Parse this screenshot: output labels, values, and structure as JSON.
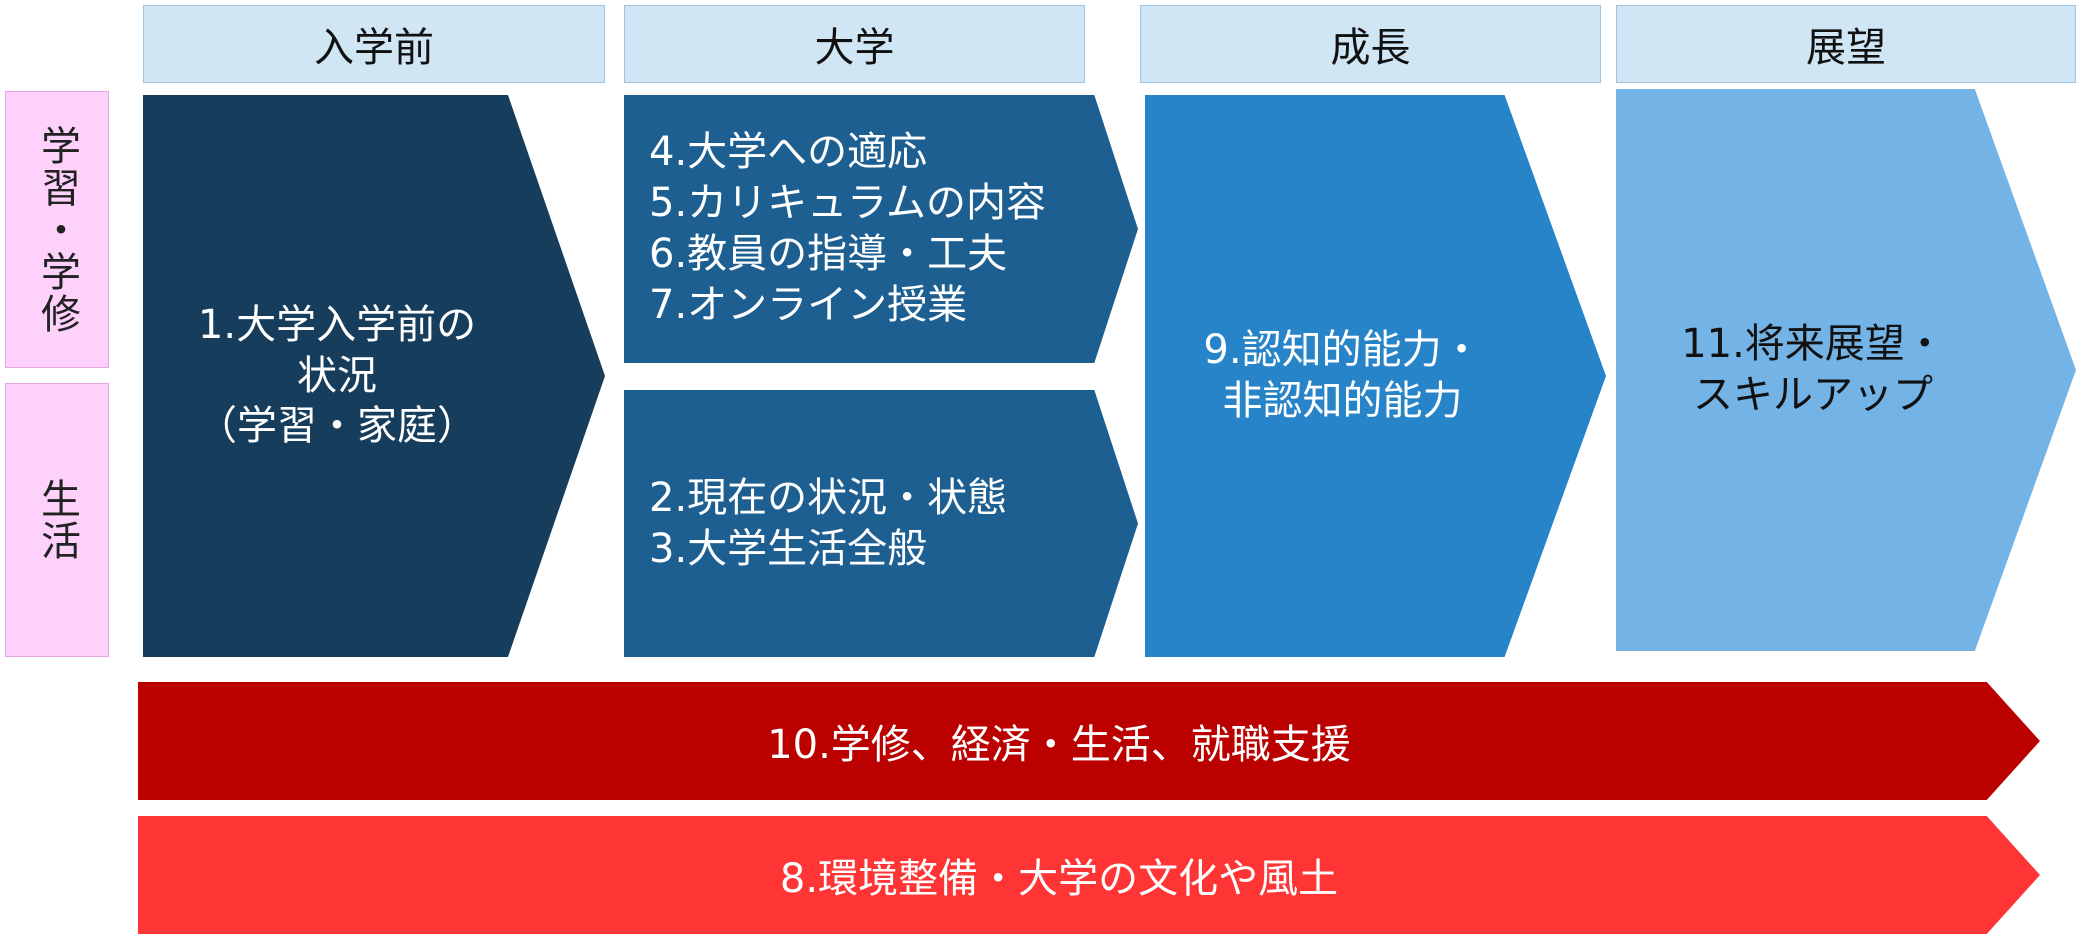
{
  "phases": {
    "pre": "入学前",
    "university": "大学",
    "growth": "成長",
    "outlook": "展望"
  },
  "rows": {
    "study": "学習・学修",
    "life": "生活"
  },
  "boxes": {
    "pre_entry": [
      "1.大学入学前の",
      "状況",
      "（学習・家庭）"
    ],
    "university_study": [
      "4.大学への適応",
      "5.カリキュラムの内容",
      "6.教員の指導・工夫",
      "7.オンライン授業"
    ],
    "university_life": [
      "2.現在の状況・状態",
      "3.大学生活全般"
    ],
    "growth": [
      "9.認知的能力・",
      "非認知的能力"
    ],
    "outlook": [
      "11.将来展望・",
      "スキルアップ"
    ]
  },
  "bands": {
    "support": "10.学修、経済・生活、就職支援",
    "environment": "8.環境整備・大学の文化や風土"
  },
  "colors": {
    "header_bg": "#d0e6f5",
    "row_label_bg": "#fdd1fa",
    "pre_entry": "#163d5c",
    "university": "#1d5f91",
    "growth": "#2784c8",
    "outlook": "#74b3e6",
    "support_band": "#bb0000",
    "environment_band": "#ff3535"
  }
}
